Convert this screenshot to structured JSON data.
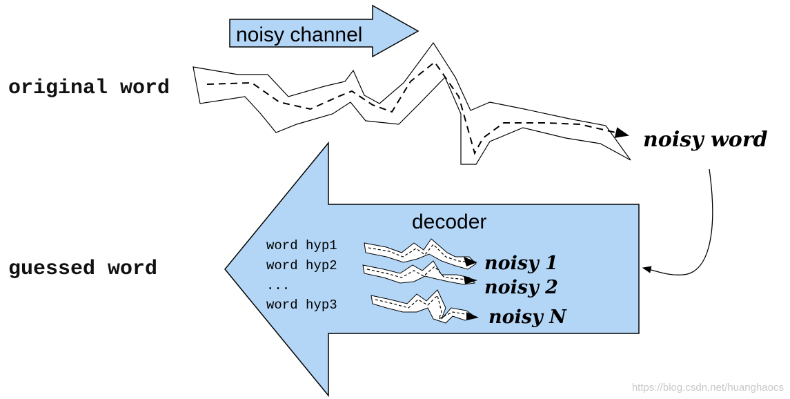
{
  "colors": {
    "arrow_fill": "#b3d6f7",
    "stroke": "#000000",
    "path_fill": "#ffffff",
    "watermark": "#c8c8c8"
  },
  "labels": {
    "channel": "noisy channel",
    "original": "original word",
    "noisy_word": "noisy word",
    "decoder": "decoder",
    "guessed": "guessed word"
  },
  "hypotheses": [
    "word hyp1",
    "word hyp2",
    "...",
    "word hyp3"
  ],
  "noisy_outputs": [
    "noisy 1",
    "noisy 2",
    "noisy N"
  ],
  "watermark": "https://blog.csdn.net/huanghaocs"
}
